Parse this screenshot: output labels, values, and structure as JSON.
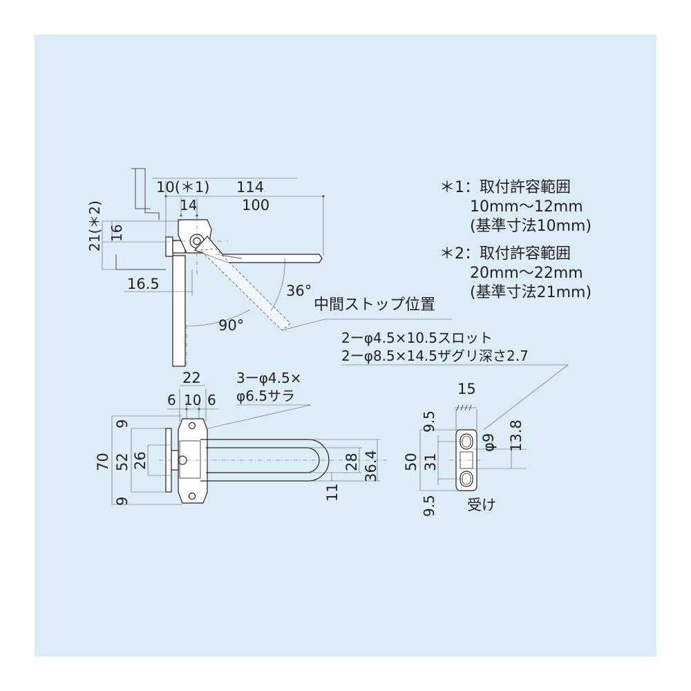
{
  "colors": {
    "background": "#ffffff",
    "panel": "#dcedf8",
    "line": "#231f20"
  },
  "side_view": {
    "dims": {
      "d10": "10(＊1)",
      "d114": "114",
      "d14": "14",
      "d100": "100",
      "d21": "21(＊2)",
      "d16": "16",
      "d16_5": "16.5",
      "a36": "36°",
      "a90": "90°"
    },
    "callout": "中間ストップ位置"
  },
  "notes": [
    {
      "mark": "＊1：取付許容範囲",
      "range": "10mm～12mm",
      "std": "(基準寸法10mm)"
    },
    {
      "mark": "＊2：取付許容範囲",
      "range": "20mm～22mm",
      "std": "(基準寸法21mm)"
    }
  ],
  "slot_note": {
    "line1": "2ーφ4.5×10.5スロット",
    "line2": "2ーφ8.5×14.5ザグリ深さ2.7"
  },
  "front_view": {
    "d22": "22",
    "d6a": "6",
    "d10": "10",
    "d6b": "6",
    "hole_line1": "3ーφ4.5×",
    "hole_line2": "φ6.5サラ",
    "d70": "70",
    "d52": "52",
    "d26": "26",
    "d9a": "9",
    "d9b": "9",
    "d28": "28",
    "d36_4": "36.4",
    "d11": "11"
  },
  "receiver": {
    "d15": "15",
    "d9_5a": "9.5",
    "d50": "50",
    "d31": "31",
    "d9_5b": "9.5",
    "dphi9": "φ9",
    "d13_8": "13.8",
    "label": "受け"
  }
}
